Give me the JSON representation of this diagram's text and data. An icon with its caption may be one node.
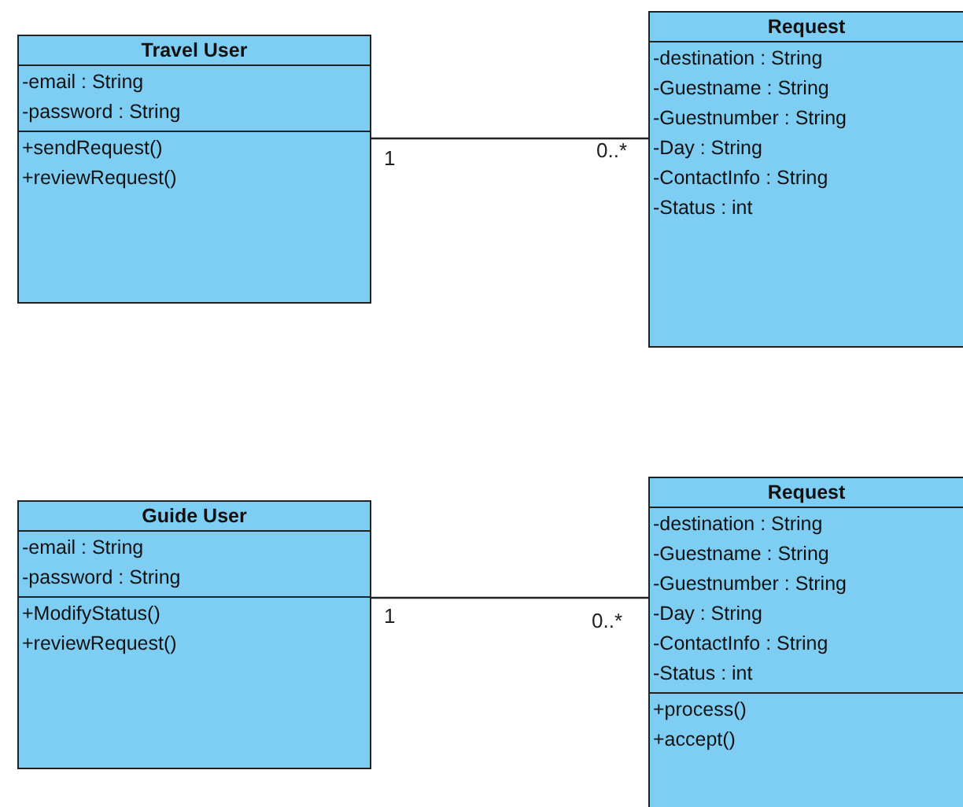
{
  "diagram": {
    "nodes": [
      {
        "text": [
          "Travel User",
          "-email : String",
          "-password : String",
          "+sendRequest()",
          "+reviewRequest()"
        ]
      },
      {
        "text": [
          "Request",
          "-destination : String",
          "-Guestname : String",
          "-Guestnumber : String",
          "-Day : String",
          "-ContactInfo : String",
          "-Status : int"
        ]
      },
      {
        "text": [
          "Guide User",
          "-email : String",
          "-password : String",
          "+ModifyStatus()",
          "+reviewRequest()"
        ]
      },
      {
        "text": [
          "Request",
          "-destination : String",
          "-Guestname : String",
          "-Guestnumber : String",
          "-Day : String",
          "-ContactInfo : String",
          "-Status : int",
          "+process()",
          "+accept()"
        ]
      }
    ],
    "edges": [
      {
        "from": 0,
        "to": 1,
        "arrow": "none"
      },
      {
        "from": 2,
        "to": 3,
        "arrow": "none"
      }
    ],
    "labels": [
      "1",
      "0..*",
      "1",
      "0..*"
    ]
  }
}
